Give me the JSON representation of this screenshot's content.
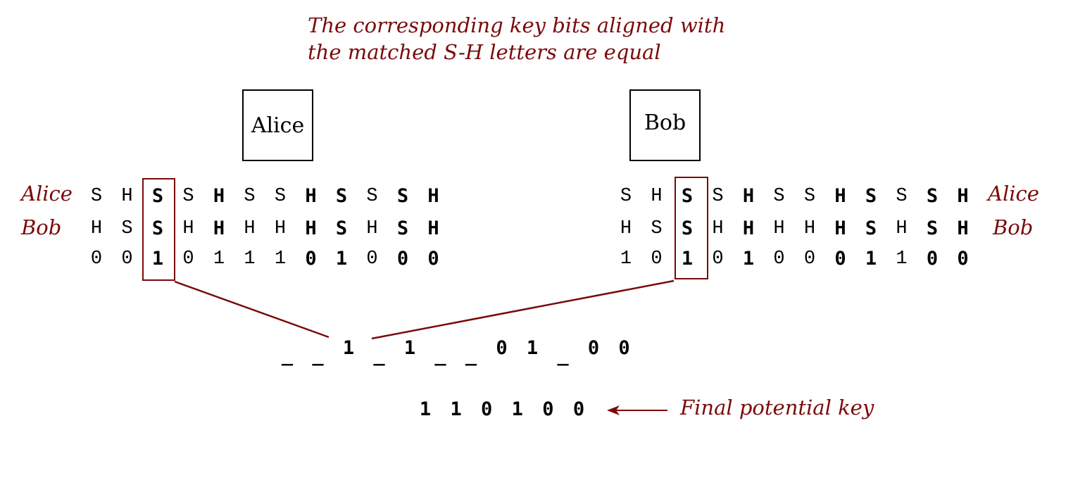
{
  "note": {
    "line1": "The corresponding key bits aligned with",
    "line2": "the matched S-H letters are equal"
  },
  "alice_box": "Alice",
  "bob_box": "Bob",
  "left_labels": {
    "alice": "Alice",
    "bob": "Bob"
  },
  "right_labels": {
    "alice": "Alice",
    "bob": "Bob"
  },
  "left": {
    "alice": [
      "S",
      "H",
      "S",
      "S",
      "H",
      "S",
      "S",
      "H",
      "S",
      "S",
      "S",
      "H"
    ],
    "bob": [
      "H",
      "S",
      "S",
      "H",
      "H",
      "H",
      "H",
      "H",
      "S",
      "H",
      "S",
      "H"
    ],
    "bits": [
      "0",
      "0",
      "1",
      "0",
      "1",
      "1",
      "1",
      "0",
      "1",
      "0",
      "0",
      "0"
    ],
    "bold_letters": [
      0,
      0,
      1,
      0,
      1,
      0,
      0,
      1,
      1,
      0,
      1,
      1
    ],
    "bold_bits": [
      0,
      0,
      1,
      0,
      0,
      0,
      0,
      1,
      1,
      0,
      1,
      1
    ]
  },
  "right": {
    "alice": [
      "S",
      "H",
      "S",
      "S",
      "H",
      "S",
      "S",
      "H",
      "S",
      "S",
      "S",
      "H"
    ],
    "bob": [
      "H",
      "S",
      "S",
      "H",
      "H",
      "H",
      "H",
      "H",
      "S",
      "H",
      "S",
      "H"
    ],
    "bits": [
      "1",
      "0",
      "1",
      "0",
      "1",
      "0",
      "0",
      "0",
      "1",
      "1",
      "0",
      "0"
    ],
    "bold_letters": [
      0,
      0,
      1,
      0,
      1,
      0,
      0,
      1,
      1,
      0,
      1,
      1
    ],
    "bold_bits": [
      0,
      0,
      1,
      0,
      1,
      0,
      0,
      1,
      1,
      0,
      1,
      1
    ]
  },
  "sifted": [
    "_",
    "_",
    "1",
    "_",
    "1",
    "_",
    "_",
    "0",
    "1",
    "_",
    "0",
    "0"
  ],
  "final_key": [
    "1",
    "1",
    "0",
    "1",
    "0",
    "0"
  ],
  "final_label": "Final potential key",
  "colors": {
    "accent": "#7a0a0a"
  }
}
